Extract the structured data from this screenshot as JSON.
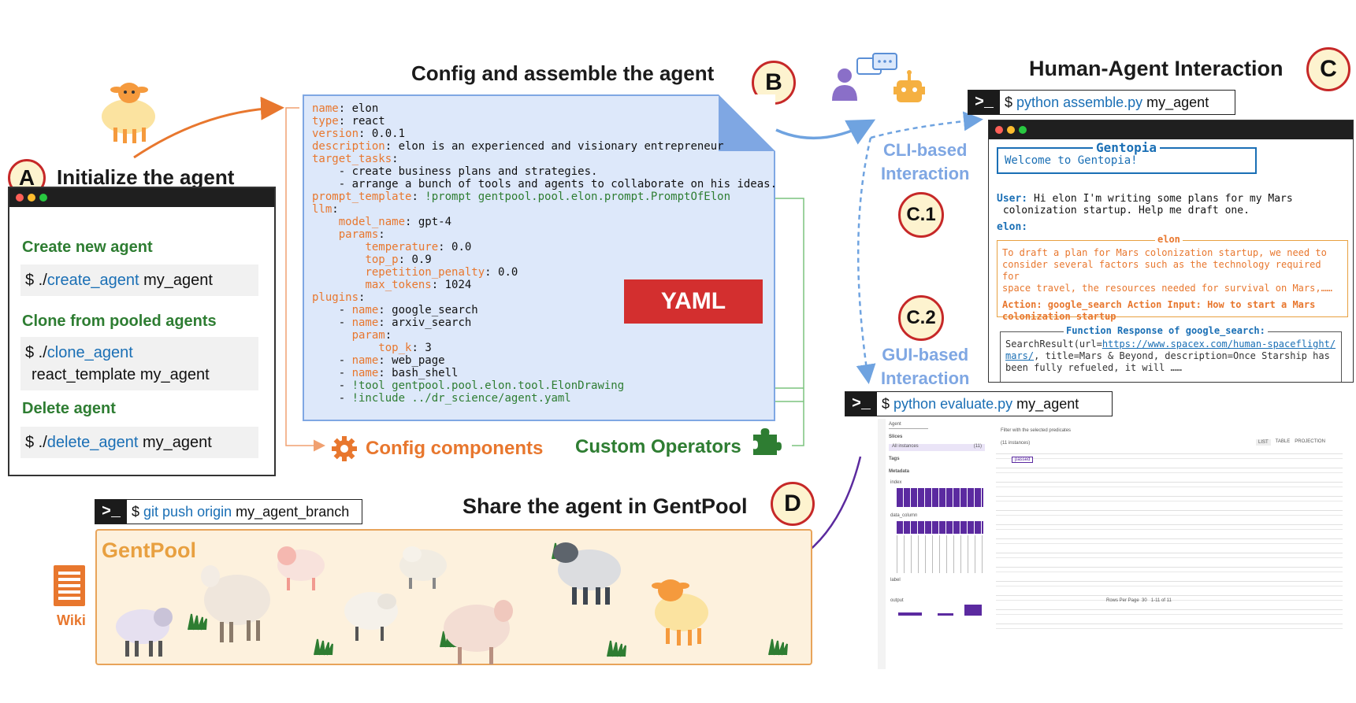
{
  "panelA": {
    "badge": "A",
    "title": "Initialize the agent",
    "sections": [
      {
        "title": "Create new agent",
        "cmd_prefix": "$ ./",
        "cmd_script": "create_agent",
        "cmd_arg": " my_agent"
      },
      {
        "title": "Clone from pooled agents",
        "cmd_prefix": "$ ./",
        "cmd_script": "clone_agent",
        "cmd_arg": "react_template my_agent"
      },
      {
        "title": "Delete agent",
        "cmd_prefix": "$ ./",
        "cmd_script": "delete_agent",
        "cmd_arg": " my_agent"
      }
    ]
  },
  "panelB": {
    "badge": "B",
    "title": "Config and assemble the agent",
    "yaml_label": "YAML",
    "config_components": "Config components",
    "custom_operators": "Custom Operators",
    "yaml": {
      "name_k": "name",
      "name_v": "elon",
      "type_k": "type",
      "type_v": "react",
      "version_k": "version",
      "version_v": "0.0.1",
      "description_k": "description",
      "description_v": "elon is an experienced and visionary entrepreneur",
      "target_k": "target_tasks",
      "task1": "create business plans and strategies.",
      "task2": "arrange a bunch of tools and agents to collaborate on his ideas.",
      "prompt_k": "prompt_template",
      "prompt_v": "!prompt gentpool.pool.elon.prompt.PromptOfElon",
      "llm_k": "llm",
      "model_k": "model_name",
      "model_v": "gpt-4",
      "params_k": "params",
      "temp_k": "temperature",
      "temp_v": "0.0",
      "topp_k": "top_p",
      "topp_v": "0.9",
      "rep_k": "repetition_penalty",
      "rep_v": "0.0",
      "max_k": "max_tokens",
      "max_v": "1024",
      "plugins_k": "plugins",
      "p1_k": "name",
      "p1_v": "google_search",
      "p2_k": "name",
      "p2_v": "arxiv_search",
      "param_k": "param",
      "topk_k": "top_k",
      "topk_v": "3",
      "p3_k": "name",
      "p3_v": "web_page",
      "p4_k": "name",
      "p4_v": "bash_shell",
      "tool_v": "!tool gentpool.pool.elon.tool.ElonDrawing",
      "include_v": "!include ../dr_science/agent.yaml"
    }
  },
  "panelC": {
    "badge": "C",
    "title": "Human-Agent Interaction",
    "cli_badge": "C.1",
    "cli_label_1": "CLI-based",
    "cli_label_2": "Interaction",
    "gui_badge": "C.2",
    "gui_label_1": "GUI-based",
    "gui_label_2": "Interaction",
    "cmd1_dollar": "$",
    "cmd1_script": "python assemble.py",
    "cmd1_arg": "my_agent",
    "cmd2_dollar": "$",
    "cmd2_script": "python evaluate.py",
    "cmd2_arg": "my_agent",
    "gentopia_title": "Gentopia",
    "welcome": "Welcome to Gentopia!",
    "user_label": "User:",
    "user_text_1": "Hi elon I'm writing some plans for my Mars",
    "user_text_2": "colonization startup. Help me draft one.",
    "elon_label": "elon:",
    "elon_box_title": "elon",
    "elon_text_1": "To draft a plan for Mars colonization startup, we need to",
    "elon_text_2": "consider several factors such as the technology required for",
    "elon_text_3": "space travel, the resources needed for survival on Mars,……",
    "action_1": "Action: google_search Action Input: How to start a Mars",
    "action_2": "colonization startup",
    "func_title": "Function Response of google_search:",
    "func_1a": "SearchResult(url=",
    "func_1b": "https://www.spacex.com/human-spaceflight/",
    "func_2a": "mars/",
    "func_2b": ", title=Mars & Beyond, description=Once Starship has",
    "func_3": "been fully refueled, it will ……"
  },
  "panelD": {
    "badge": "D",
    "title": "Share the agent in GentPool",
    "cmd_dollar": "$",
    "cmd_script": "git push origin",
    "cmd_arg": "my_agent_branch",
    "pool_label": "GentPool",
    "wiki_label": "Wiki"
  },
  "gui": {
    "top_select": "Agent",
    "filter_hint": "Filter with the selected predicates",
    "slices_label": "Slices",
    "all_instances": "All instances",
    "all_count": "(11)",
    "tags_label": "Tags",
    "metadata_label": "Metadata",
    "index_label": "index",
    "data_column_label": "data_column",
    "label_label": "label",
    "output_label": "output",
    "instances_label": "(11 instances)",
    "tab_list": "LIST",
    "tab_table": "TABLE",
    "tab_projection": "PROJECTION",
    "rows_per_page": "Rows Per Page",
    "rows_value": "30",
    "page_info": "1-11 of 11",
    "passed_tag": "passed"
  },
  "colors": {
    "accent_red": "#c62828",
    "badge_fill": "#fdf3cf",
    "green": "#2e7d32",
    "orange": "#e8772e",
    "link_blue": "#1a6fb5",
    "yaml_red": "#d32f2f",
    "purple": "#6a1b9a"
  }
}
